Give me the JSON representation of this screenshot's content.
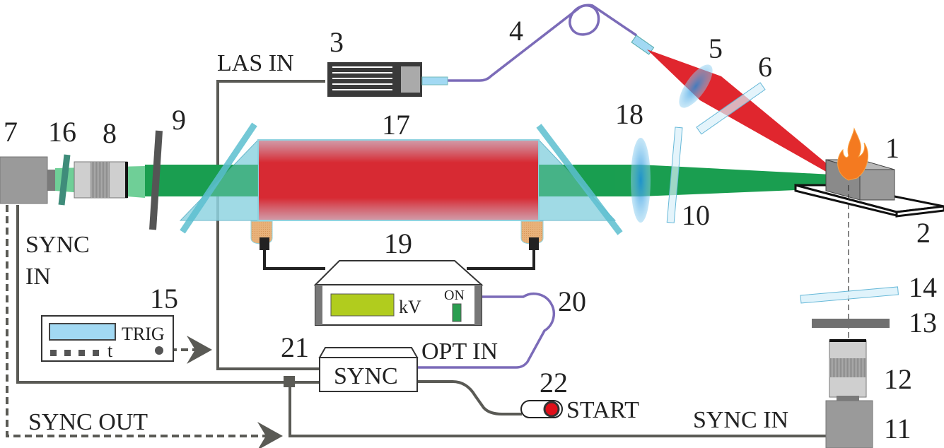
{
  "title": "Experimental setup schematic",
  "colors": {
    "wire": "#5a5a55",
    "fiber": "#7b6bb8",
    "green_beam": "#1a9e50",
    "red_beam": "#e0262e",
    "glass": "#8fd3e0",
    "camera": "#9a9a9a",
    "lcd_green": "#b1cc1e",
    "lcd_blue": "#a2d9f3",
    "start_red": "#e0101a",
    "flame": "#f47a20"
  },
  "component_numbers": {
    "n1": "1",
    "n2": "2",
    "n3": "3",
    "n4": "4",
    "n5": "5",
    "n6": "6",
    "n7": "7",
    "n8": "8",
    "n9": "9",
    "n10": "10",
    "n11": "11",
    "n12": "12",
    "n13": "13",
    "n14": "14",
    "n15": "15",
    "n16": "16",
    "n17": "17",
    "n18": "18",
    "n19": "19",
    "n20": "20",
    "n21": "21",
    "n22": "22"
  },
  "signal_labels": {
    "las_in": "LAS IN",
    "sync_in_left_line1": "SYNC",
    "sync_in_left_line2": "IN",
    "sync_out": "SYNC OUT",
    "sync_in_right": "SYNC IN",
    "opt_in": "OPT IN",
    "start": "START"
  },
  "devices": {
    "hv_supply_unit": "kV",
    "hv_supply_switch": "ON",
    "delay_generator_trig": "TRIG",
    "delay_generator_t": "t",
    "sync_box": "SYNC"
  }
}
